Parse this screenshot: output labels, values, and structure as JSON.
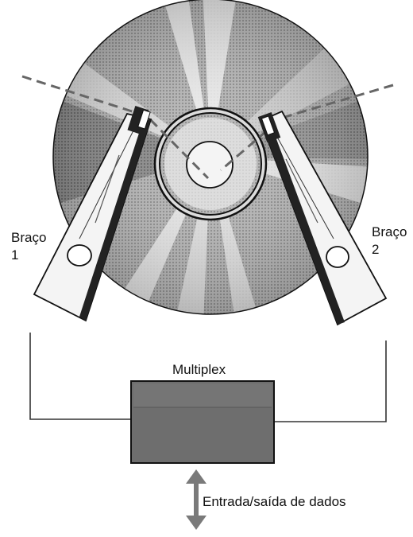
{
  "labels": {
    "arm1_line1": "Braço",
    "arm1_line2": "1",
    "arm2_line1": "Braço",
    "arm2_line2": "2",
    "multiplex": "Multiplex",
    "data_io": "Entrada/saída de dados"
  },
  "colors": {
    "disk_light": "#e4e4e4",
    "disk_dark": "#8a8a8a",
    "outline": "#111111",
    "arm_fill": "#f4f4f4",
    "box_fill": "#6e6e6e",
    "dashed": "#666666",
    "arrow": "#7a7a7a"
  }
}
